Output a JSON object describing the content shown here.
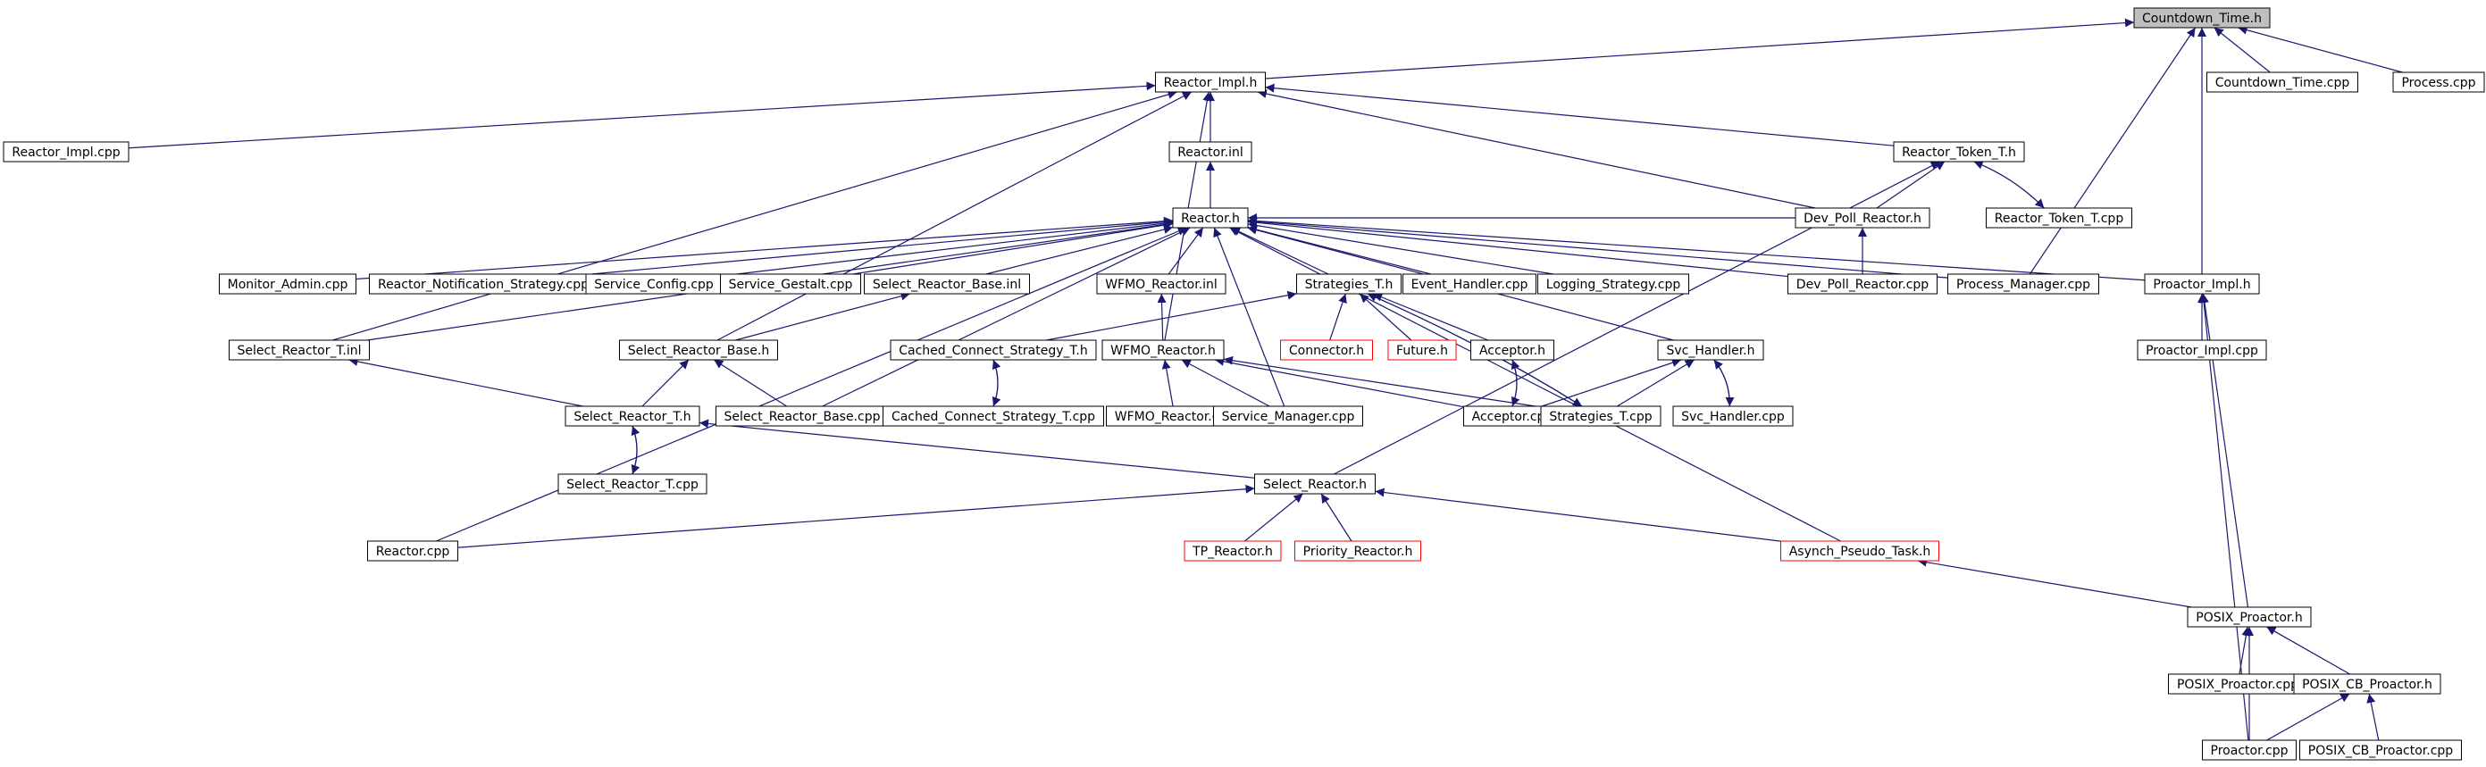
{
  "colors": {
    "edge": "#191970",
    "node_border": "#000000",
    "node_border_incomplete": "#ff0000",
    "node_fill": "#ffffff",
    "root_fill": "#bfbfbf"
  },
  "nodes": [
    {
      "id": "countdown_time_h",
      "label": "Countdown_Time.h",
      "root": true
    },
    {
      "id": "reactor_impl_h",
      "label": "Reactor_Impl.h"
    },
    {
      "id": "countdown_time_cpp",
      "label": "Countdown_Time.cpp"
    },
    {
      "id": "process_cpp",
      "label": "Process.cpp"
    },
    {
      "id": "reactor_impl_cpp",
      "label": "Reactor_Impl.cpp"
    },
    {
      "id": "reactor_inl",
      "label": "Reactor.inl"
    },
    {
      "id": "reactor_token_t_h",
      "label": "Reactor_Token_T.h"
    },
    {
      "id": "reactor_h",
      "label": "Reactor.h"
    },
    {
      "id": "dev_poll_reactor_h",
      "label": "Dev_Poll_Reactor.h"
    },
    {
      "id": "reactor_token_t_cpp",
      "label": "Reactor_Token_T.cpp"
    },
    {
      "id": "monitor_admin_cpp",
      "label": "Monitor_Admin.cpp"
    },
    {
      "id": "reactor_notification_strategy_cpp",
      "label": "Reactor_Notification_Strategy.cpp"
    },
    {
      "id": "service_config_cpp",
      "label": "Service_Config.cpp"
    },
    {
      "id": "service_gestalt_cpp",
      "label": "Service_Gestalt.cpp"
    },
    {
      "id": "select_reactor_base_inl",
      "label": "Select_Reactor_Base.inl"
    },
    {
      "id": "wfmo_reactor_inl",
      "label": "WFMO_Reactor.inl"
    },
    {
      "id": "strategies_t_h",
      "label": "Strategies_T.h"
    },
    {
      "id": "event_handler_cpp",
      "label": "Event_Handler.cpp"
    },
    {
      "id": "logging_strategy_cpp",
      "label": "Logging_Strategy.cpp"
    },
    {
      "id": "dev_poll_reactor_cpp",
      "label": "Dev_Poll_Reactor.cpp"
    },
    {
      "id": "process_manager_cpp",
      "label": "Process_Manager.cpp"
    },
    {
      "id": "proactor_impl_h",
      "label": "Proactor_Impl.h"
    },
    {
      "id": "select_reactor_t_inl",
      "label": "Select_Reactor_T.inl"
    },
    {
      "id": "select_reactor_base_h",
      "label": "Select_Reactor_Base.h"
    },
    {
      "id": "cached_connect_strategy_t_h",
      "label": "Cached_Connect_Strategy_T.h"
    },
    {
      "id": "wfmo_reactor_h",
      "label": "WFMO_Reactor.h"
    },
    {
      "id": "connector_h",
      "label": "Connector.h",
      "incomplete": true
    },
    {
      "id": "future_h",
      "label": "Future.h",
      "incomplete": true
    },
    {
      "id": "acceptor_h",
      "label": "Acceptor.h"
    },
    {
      "id": "svc_handler_h",
      "label": "Svc_Handler.h"
    },
    {
      "id": "proactor_impl_cpp",
      "label": "Proactor_Impl.cpp"
    },
    {
      "id": "select_reactor_t_h",
      "label": "Select_Reactor_T.h"
    },
    {
      "id": "select_reactor_base_cpp",
      "label": "Select_Reactor_Base.cpp"
    },
    {
      "id": "cached_connect_strategy_t_cpp",
      "label": "Cached_Connect_Strategy_T.cpp"
    },
    {
      "id": "wfmo_reactor_cpp",
      "label": "WFMO_Reactor.cpp"
    },
    {
      "id": "service_manager_cpp",
      "label": "Service_Manager.cpp"
    },
    {
      "id": "acceptor_cpp",
      "label": "Acceptor.cpp"
    },
    {
      "id": "strategies_t_cpp",
      "label": "Strategies_T.cpp"
    },
    {
      "id": "svc_handler_cpp",
      "label": "Svc_Handler.cpp"
    },
    {
      "id": "select_reactor_t_cpp",
      "label": "Select_Reactor_T.cpp"
    },
    {
      "id": "select_reactor_h",
      "label": "Select_Reactor.h"
    },
    {
      "id": "reactor_cpp",
      "label": "Reactor.cpp"
    },
    {
      "id": "tp_reactor_h",
      "label": "TP_Reactor.h",
      "incomplete": true
    },
    {
      "id": "priority_reactor_h",
      "label": "Priority_Reactor.h",
      "incomplete": true
    },
    {
      "id": "asynch_pseudo_task_h",
      "label": "Asynch_Pseudo_Task.h",
      "incomplete": true
    },
    {
      "id": "posix_proactor_h",
      "label": "POSIX_Proactor.h"
    },
    {
      "id": "posix_proactor_cpp",
      "label": "POSIX_Proactor.cpp"
    },
    {
      "id": "posix_cb_proactor_h",
      "label": "POSIX_CB_Proactor.h"
    },
    {
      "id": "proactor_cpp",
      "label": "Proactor.cpp"
    },
    {
      "id": "posix_cb_proactor_cpp",
      "label": "POSIX_CB_Proactor.cpp"
    }
  ],
  "edges": [
    {
      "from": "reactor_impl_h",
      "to": "countdown_time_h"
    },
    {
      "from": "countdown_time_cpp",
      "to": "countdown_time_h"
    },
    {
      "from": "process_cpp",
      "to": "countdown_time_h"
    },
    {
      "from": "proactor_impl_h",
      "to": "countdown_time_h"
    },
    {
      "from": "process_manager_cpp",
      "to": "countdown_time_h"
    },
    {
      "from": "reactor_impl_cpp",
      "to": "reactor_impl_h"
    },
    {
      "from": "reactor_inl",
      "to": "reactor_impl_h"
    },
    {
      "from": "reactor_token_t_h",
      "to": "reactor_impl_h"
    },
    {
      "from": "dev_poll_reactor_h",
      "to": "reactor_impl_h"
    },
    {
      "from": "select_reactor_t_inl",
      "to": "reactor_impl_h"
    },
    {
      "from": "select_reactor_base_h",
      "to": "reactor_impl_h"
    },
    {
      "from": "wfmo_reactor_h",
      "to": "reactor_impl_h"
    },
    {
      "from": "reactor_h",
      "to": "reactor_inl"
    },
    {
      "from": "dev_poll_reactor_h",
      "to": "reactor_token_t_h"
    },
    {
      "from": "reactor_token_t_cpp",
      "to": "reactor_token_t_h"
    },
    {
      "from": "reactor_token_t_h",
      "to": "reactor_token_t_cpp"
    },
    {
      "from": "select_reactor_h",
      "to": "reactor_token_t_h"
    },
    {
      "from": "dev_poll_reactor_h",
      "to": "reactor_h"
    },
    {
      "from": "monitor_admin_cpp",
      "to": "reactor_h"
    },
    {
      "from": "reactor_notification_strategy_cpp",
      "to": "reactor_h"
    },
    {
      "from": "service_config_cpp",
      "to": "reactor_h"
    },
    {
      "from": "service_gestalt_cpp",
      "to": "reactor_h"
    },
    {
      "from": "select_reactor_base_inl",
      "to": "reactor_h"
    },
    {
      "from": "wfmo_reactor_inl",
      "to": "reactor_h"
    },
    {
      "from": "strategies_t_h",
      "to": "reactor_h"
    },
    {
      "from": "event_handler_cpp",
      "to": "reactor_h"
    },
    {
      "from": "logging_strategy_cpp",
      "to": "reactor_h"
    },
    {
      "from": "dev_poll_reactor_cpp",
      "to": "reactor_h"
    },
    {
      "from": "process_manager_cpp",
      "to": "reactor_h"
    },
    {
      "from": "proactor_impl_h",
      "to": "reactor_h"
    },
    {
      "from": "select_reactor_t_inl",
      "to": "reactor_h"
    },
    {
      "from": "svc_handler_h",
      "to": "reactor_h"
    },
    {
      "from": "select_reactor_base_cpp",
      "to": "reactor_h"
    },
    {
      "from": "service_manager_cpp",
      "to": "reactor_h"
    },
    {
      "from": "asynch_pseudo_task_h",
      "to": "reactor_h"
    },
    {
      "from": "reactor_cpp",
      "to": "reactor_h"
    },
    {
      "from": "dev_poll_reactor_cpp",
      "to": "dev_poll_reactor_h"
    },
    {
      "from": "select_reactor_base_h",
      "to": "select_reactor_base_inl"
    },
    {
      "from": "wfmo_reactor_h",
      "to": "wfmo_reactor_inl"
    },
    {
      "from": "cached_connect_strategy_t_h",
      "to": "strategies_t_h"
    },
    {
      "from": "connector_h",
      "to": "strategies_t_h"
    },
    {
      "from": "future_h",
      "to": "strategies_t_h"
    },
    {
      "from": "acceptor_h",
      "to": "strategies_t_h"
    },
    {
      "from": "strategies_t_cpp",
      "to": "strategies_t_h"
    },
    {
      "from": "strategies_t_h",
      "to": "strategies_t_cpp"
    },
    {
      "from": "proactor_impl_cpp",
      "to": "proactor_impl_h"
    },
    {
      "from": "proactor_cpp",
      "to": "proactor_impl_h"
    },
    {
      "from": "posix_proactor_h",
      "to": "proactor_impl_h"
    },
    {
      "from": "select_reactor_t_h",
      "to": "select_reactor_t_inl"
    },
    {
      "from": "select_reactor_t_h",
      "to": "select_reactor_base_h"
    },
    {
      "from": "select_reactor_base_cpp",
      "to": "select_reactor_base_h"
    },
    {
      "from": "cached_connect_strategy_t_cpp",
      "to": "cached_connect_strategy_t_h"
    },
    {
      "from": "cached_connect_strategy_t_h",
      "to": "cached_connect_strategy_t_cpp"
    },
    {
      "from": "wfmo_reactor_cpp",
      "to": "wfmo_reactor_h"
    },
    {
      "from": "service_manager_cpp",
      "to": "wfmo_reactor_h"
    },
    {
      "from": "acceptor_cpp",
      "to": "wfmo_reactor_h"
    },
    {
      "from": "strategies_t_cpp",
      "to": "wfmo_reactor_h"
    },
    {
      "from": "acceptor_cpp",
      "to": "acceptor_h"
    },
    {
      "from": "acceptor_h",
      "to": "acceptor_cpp"
    },
    {
      "from": "acceptor_cpp",
      "to": "svc_handler_h"
    },
    {
      "from": "strategies_t_cpp",
      "to": "svc_handler_h"
    },
    {
      "from": "svc_handler_cpp",
      "to": "svc_handler_h"
    },
    {
      "from": "svc_handler_h",
      "to": "svc_handler_cpp"
    },
    {
      "from": "select_reactor_t_cpp",
      "to": "select_reactor_t_h"
    },
    {
      "from": "select_reactor_t_h",
      "to": "select_reactor_t_cpp"
    },
    {
      "from": "select_reactor_h",
      "to": "select_reactor_t_h"
    },
    {
      "from": "reactor_cpp",
      "to": "select_reactor_h"
    },
    {
      "from": "tp_reactor_h",
      "to": "select_reactor_h"
    },
    {
      "from": "priority_reactor_h",
      "to": "select_reactor_h"
    },
    {
      "from": "asynch_pseudo_task_h",
      "to": "select_reactor_h"
    },
    {
      "from": "posix_proactor_h",
      "to": "asynch_pseudo_task_h"
    },
    {
      "from": "posix_proactor_cpp",
      "to": "posix_proactor_h"
    },
    {
      "from": "posix_cb_proactor_h",
      "to": "posix_proactor_h"
    },
    {
      "from": "proactor_cpp",
      "to": "posix_proactor_h"
    },
    {
      "from": "proactor_cpp",
      "to": "posix_cb_proactor_h"
    },
    {
      "from": "posix_cb_proactor_cpp",
      "to": "posix_cb_proactor_h"
    }
  ]
}
